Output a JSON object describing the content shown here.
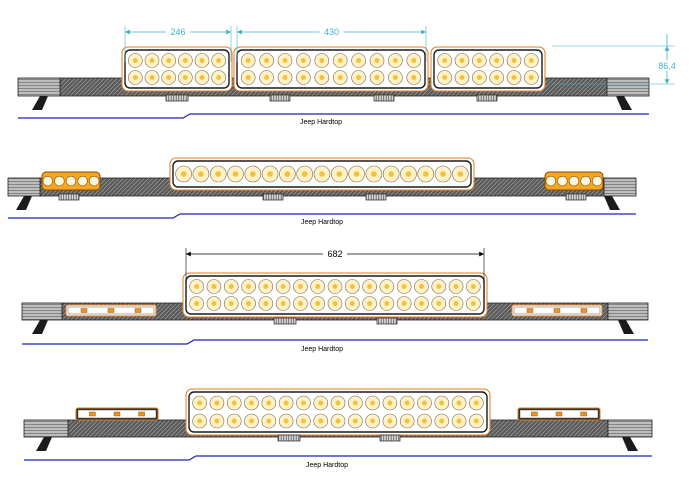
{
  "drawings": [
    {
      "id": "bar-1",
      "caption": "Jeep Hardtop",
      "main_modules": [
        {
          "rows": 2,
          "cols": 6
        },
        {
          "rows": 2,
          "cols": 10
        },
        {
          "rows": 2,
          "cols": 6
        }
      ],
      "side_modules": "none",
      "dimensions": [
        {
          "label": "246",
          "color": "#3fb0c8",
          "orientation": "horizontal"
        },
        {
          "label": "430",
          "color": "#3fb0c8",
          "orientation": "horizontal"
        },
        {
          "label": "86.4",
          "color": "#3fb0c8",
          "orientation": "vertical"
        }
      ]
    },
    {
      "id": "bar-2",
      "caption": "Jeep Hardtop",
      "main_modules": [
        {
          "rows": 1,
          "cols": 17
        }
      ],
      "side_modules": "pod-5-dots",
      "dimensions": []
    },
    {
      "id": "bar-3",
      "caption": "Jeep Hardtop",
      "main_modules": [
        {
          "rows": 2,
          "cols": 17
        }
      ],
      "side_modules": "strip-3-leds",
      "dimensions": [
        {
          "label": "682",
          "color": "#000000",
          "orientation": "horizontal"
        }
      ]
    },
    {
      "id": "bar-4",
      "caption": "Jeep Hardtop",
      "main_modules": [
        {
          "rows": 2,
          "cols": 17
        }
      ],
      "side_modules": "strip-3-leds-dark",
      "dimensions": []
    }
  ],
  "colors": {
    "module_outline": "#e07c1e",
    "led_fill": "#fff2c8",
    "led_center": "#f3c23a",
    "mount_line": "#1c24b8",
    "dimension_cyan": "#3fb0c8"
  }
}
